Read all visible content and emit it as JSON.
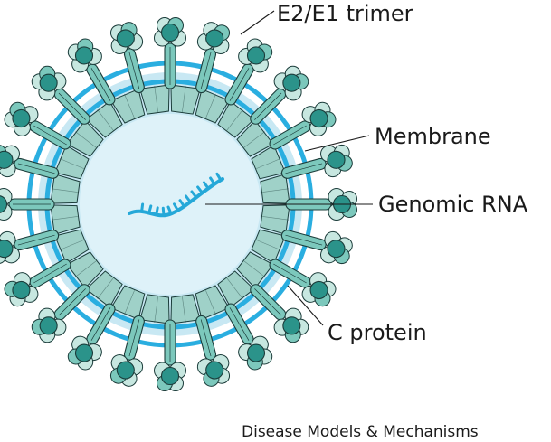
{
  "labels": {
    "trimer": "E2/E1 trimer",
    "membrane": "Membrane",
    "rna": "Genomic RNA",
    "capsid": "C protein"
  },
  "footer": "Disease Models & Mechanisms",
  "parts": {
    "trimer_count": 24,
    "capsid_subunit_count": 24,
    "rna_tick_count": 13
  },
  "colors": {
    "outline": "#1b3c3a",
    "teal_dark": "#2b938a",
    "teal_mid": "#7cc8bc",
    "teal_light": "#c7e7e0",
    "capsid_fill": "#9fd1c8",
    "membrane_blue": "#2aaee0",
    "membrane_fill": "#c8e8f3",
    "core_fill": "#def2f9",
    "rna": "#25a8d8",
    "text": "#1a1a1a",
    "background": "#ffffff"
  }
}
